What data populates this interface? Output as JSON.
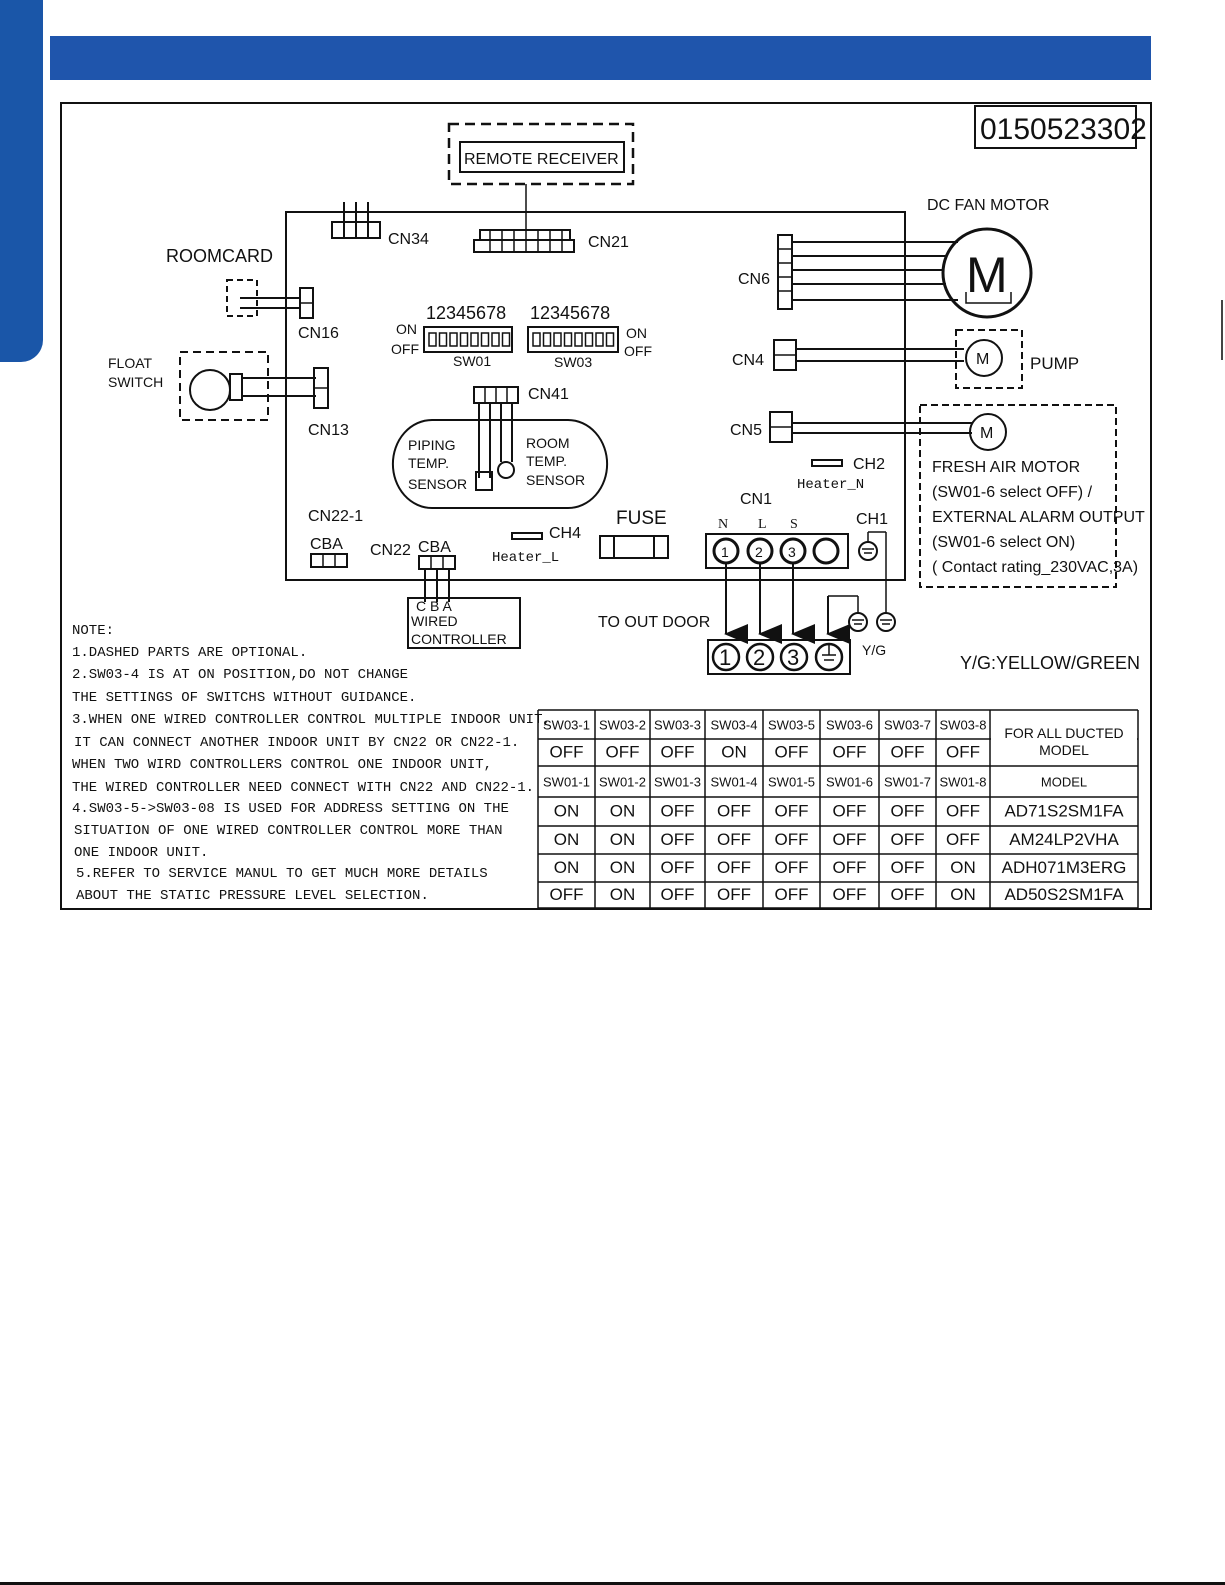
{
  "page": {
    "accent_color": "#1f55ac"
  },
  "diagram": {
    "code": "0150523302",
    "remote_receiver": "REMOTE  RECEIVER",
    "dc_fan_motor": "DC FAN MOTOR",
    "motor_symbol": "M",
    "cn34": "CN34",
    "cn21": "CN21",
    "roomcard": "ROOMCARD",
    "cn16": "CN16",
    "cn6": "CN6",
    "float_switch_1": "FLOAT",
    "float_switch_2": "SWITCH",
    "cn13": "CN13",
    "switch_digits": "12345678",
    "on": "ON",
    "off": "OFF",
    "sw01": "SW01",
    "sw03": "SW03",
    "cn4": "CN4",
    "pump": "PUMP",
    "cn41": "CN41",
    "piping_1": "PIPING",
    "piping_2": "TEMP.",
    "piping_3": "SENSOR",
    "room_1": "ROOM",
    "room_2": "TEMP.",
    "room_3": "SENSOR",
    "cn5": "CN5",
    "fresh_air_1": "FRESH AIR MOTOR",
    "fresh_air_2": "(SW01-6 select OFF) /",
    "fresh_air_3": "EXTERNAL ALARM OUTPUT",
    "fresh_air_4": "(SW01-6 select ON)",
    "fresh_air_5": "( Contact rating_230VAC,3A)",
    "ch2": "CH2",
    "heater_n": "Heater_N",
    "cn1": "CN1",
    "cn22_1": "CN22-1",
    "cba": "CBA",
    "cn22": "CN22",
    "ch4": "CH4",
    "heater_l": "Heater_L",
    "fuse": "FUSE",
    "n": "N",
    "l": "L",
    "s": "S",
    "ch1": "CH1",
    "t1": "1",
    "t2": "2",
    "t3": "3",
    "wired_cba": "C B A",
    "wired_1": "WIRED",
    "wired_2": "CONTROLLER",
    "to_out_door": "TO OUT DOOR",
    "yg": "Y/G",
    "yg_legend": "Y/G:YELLOW/GREEN"
  },
  "notes": [
    "NOTE:",
    "1.DASHED PARTS ARE OPTIONAL.",
    "2.SW03-4 IS AT ON POSITION,DO NOT CHANGE",
    "THE SETTINGS OF SWITCHS WITHOUT GUIDANCE.",
    "3.WHEN ONE WIRED CONTROLLER CONTROL MULTIPLE INDOOR UNIT,",
    "IT CAN CONNECT ANOTHER INDOOR UNIT BY CN22 OR CN22-1.",
    "WHEN TWO WIRD CONTROLLERS CONTROL ONE INDOOR UNIT,",
    "THE WIRED CONTROLLER NEED CONNECT WITH CN22 AND CN22-1.",
    "4.SW03-5->SW03-08 IS USED FOR ADDRESS SETTING ON THE",
    "SITUATION OF ONE WIRED CONTROLLER CONTROL MORE THAN",
    "ONE INDOOR UNIT.",
    "5.REFER TO SERVICE MANUL TO GET MUCH MORE DETAILS",
    "ABOUT THE STATIC PRESSURE LEVEL SELECTION."
  ],
  "table": {
    "sw03_headers": [
      "SW03-1",
      "SW03-2",
      "SW03-3",
      "SW03-4",
      "SW03-5",
      "SW03-6",
      "SW03-7",
      "SW03-8"
    ],
    "sw03_values": [
      "OFF",
      "OFF",
      "OFF",
      "ON",
      "OFF",
      "OFF",
      "OFF",
      "OFF"
    ],
    "for_all_1": "FOR ALL DUCTED",
    "for_all_2": "MODEL",
    "sw01_headers": [
      "SW01-1",
      "SW01-2",
      "SW01-3",
      "SW01-4",
      "SW01-5",
      "SW01-6",
      "SW01-7",
      "SW01-8"
    ],
    "model_header": "MODEL",
    "rows": [
      {
        "values": [
          "ON",
          "ON",
          "OFF",
          "OFF",
          "OFF",
          "OFF",
          "OFF",
          "OFF"
        ],
        "model": "AD71S2SM1FA"
      },
      {
        "values": [
          "ON",
          "ON",
          "OFF",
          "OFF",
          "OFF",
          "OFF",
          "OFF",
          "OFF"
        ],
        "model": "AM24LP2VHA"
      },
      {
        "values": [
          "ON",
          "ON",
          "OFF",
          "OFF",
          "OFF",
          "OFF",
          "OFF",
          "ON"
        ],
        "model": "ADH071M3ERG"
      },
      {
        "values": [
          "OFF",
          "ON",
          "OFF",
          "OFF",
          "OFF",
          "OFF",
          "OFF",
          "ON"
        ],
        "model": "AD50S2SM1FA"
      }
    ]
  }
}
